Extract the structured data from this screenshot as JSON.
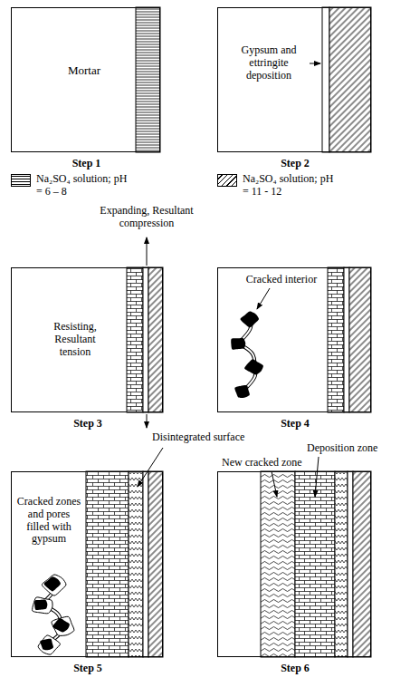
{
  "diagram": {
    "nodes": [
      {
        "text": [
          "Mortar",
          "Step 1"
        ]
      },
      {
        "text": [
          "Gypsum and ettringite deposition",
          "Step 2"
        ]
      },
      {
        "text": [
          "Resisting, Resultant tension",
          "Step 3"
        ]
      },
      {
        "text": [
          "Cracked interior",
          "Step 4"
        ]
      },
      {
        "text": [
          "Cracked zones and pores filled with gypsum",
          "Step 5"
        ]
      },
      {
        "text": [
          "New cracked zone",
          "Deposition zone",
          "Step 6"
        ]
      }
    ],
    "labels": [
      "Expanding, Resultant compression",
      "Disintegrated surface"
    ],
    "legend": [
      {
        "text": "Na₂SO₄ solution; pH = 6 – 8"
      },
      {
        "text": "Na₂SO₄ solution; pH = 11 - 12"
      }
    ]
  }
}
